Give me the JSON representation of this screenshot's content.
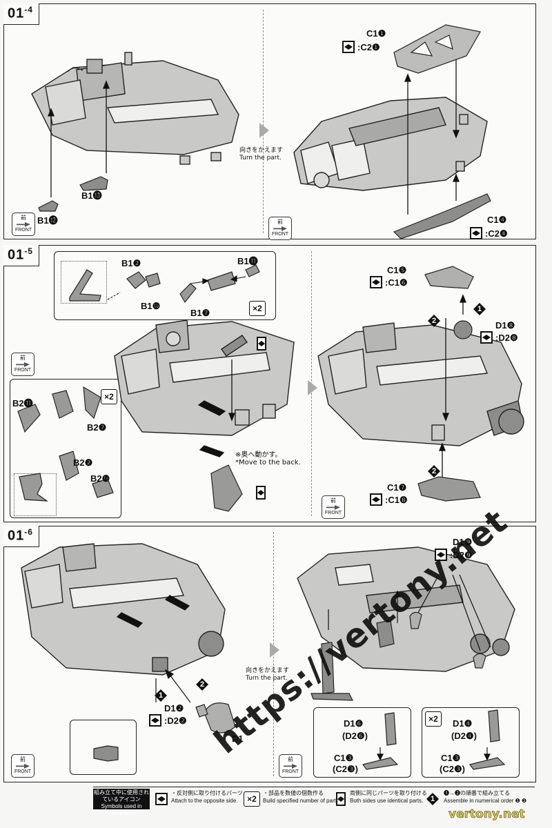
{
  "steps": {
    "s4": {
      "num": "01",
      "sub": "4"
    },
    "s5": {
      "num": "01",
      "sub": "5"
    },
    "s6": {
      "num": "01",
      "sub": "6"
    }
  },
  "labels": {
    "s4_b1_13": "B1⓭",
    "s4_b1_12": "B1⓬",
    "s4_c1_1": "C1❶",
    "s4_c2_1": ":C2❶",
    "s4_c1_4": "C1❹",
    "s4_c2_4": ":C2❹",
    "s5_b1_2": "B1❷",
    "s5_b1_10": "B1❿",
    "s5_b1_11": "B1⓫",
    "s5_b1_7": "B1❼",
    "s5_b2_11": "B2⓫",
    "s5_b2_7": "B2❼",
    "s5_b2_2": "B2❷",
    "s5_b2_10": "B2❿",
    "s5_c1_5": "C1❺",
    "s5_c1_6": ":C1❻",
    "s5_d1_8": "D1❽",
    "s5_d2_8": ":D2❽",
    "s5_c1_7": "C1❼",
    "s5_c1_8": ":C1❽",
    "s6_d1_2": "D1❷",
    "s6_d2_2": ":D2❷",
    "s6_d1_9": "D1❾",
    "s6_d2_9": ":D2❾",
    "s6_d1_6": "D1❻",
    "s6_d2_6": "(D2❻)",
    "s6_c1_3a": "C1❸",
    "s6_c2_3a": "(C2❸)",
    "s6_d1_4": "D1❹",
    "s6_d2_4": "(D2❹)",
    "s6_c1_3b": "C1❸",
    "s6_c2_3b": "(C2❸)",
    "s6_d1_partial": "D1",
    "x2": "×2",
    "step1": "1",
    "step2": "2"
  },
  "notes": {
    "turn_jp": "向きをかえます",
    "turn_en": "Turn the part.",
    "move_jp": "※奥へ動かす。",
    "move_en": "*Move to the back.",
    "front_jp": "前",
    "front_en": "FRONT"
  },
  "legend": {
    "title_jp": "組み立て中に使用されているアイコン",
    "title_en": "Symbols used in instructions",
    "mirror_jp": "・反対側に取り付けるパーツ",
    "mirror_en": "Attach to the opposite side.",
    "x2_jp": "・部品を数値の個数作る",
    "x2_en": "Build specified number of parts.",
    "both_jp": "両側に同じパーツを取り付ける",
    "both_en": "Both sides use identical parts.",
    "order_jp": "❶→❷の順番で組み立てる",
    "order_en": "Assemble in numerical order ❶ ❷"
  },
  "watermark": {
    "url": "https://vertony.net",
    "site": "vertony.net"
  },
  "colors": {
    "line": "#222222",
    "part": "#c9c9c7",
    "dark": "#8d8d8b",
    "accent_arrow": "#111111"
  }
}
